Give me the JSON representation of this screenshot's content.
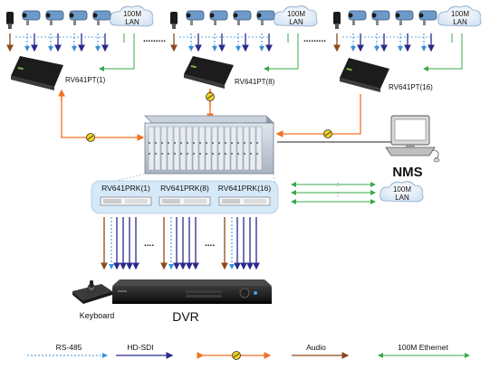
{
  "groups": [
    {
      "device": "RV641PT(1)",
      "cloud": "100M\nLAN"
    },
    {
      "device": "RV641PT(8)",
      "cloud": "100M\nLAN"
    },
    {
      "device": "RV641PT(16)",
      "cloud": "100M\nLAN"
    }
  ],
  "top_dots": ".........",
  "rack_cards": [
    "RV641PRK(1)",
    "RV641PRK(8)",
    "RV641PRK(16)"
  ],
  "right_cloud": "100M\nLAN",
  "nms_label": "NMS",
  "keyboard_label": "Keyboard",
  "dvr_label": "DVR",
  "lower_dots": "....",
  "legend": [
    {
      "label": "RS-485",
      "color": "#3a8fd6"
    },
    {
      "label": "HD-SDI",
      "color": "#2b2a8c"
    },
    {
      "label": "",
      "color": "#f07020"
    },
    {
      "label": "Audio",
      "color": "#8a4a1a"
    },
    {
      "label": "100M Ethernet",
      "color": "#3aa84a"
    }
  ]
}
